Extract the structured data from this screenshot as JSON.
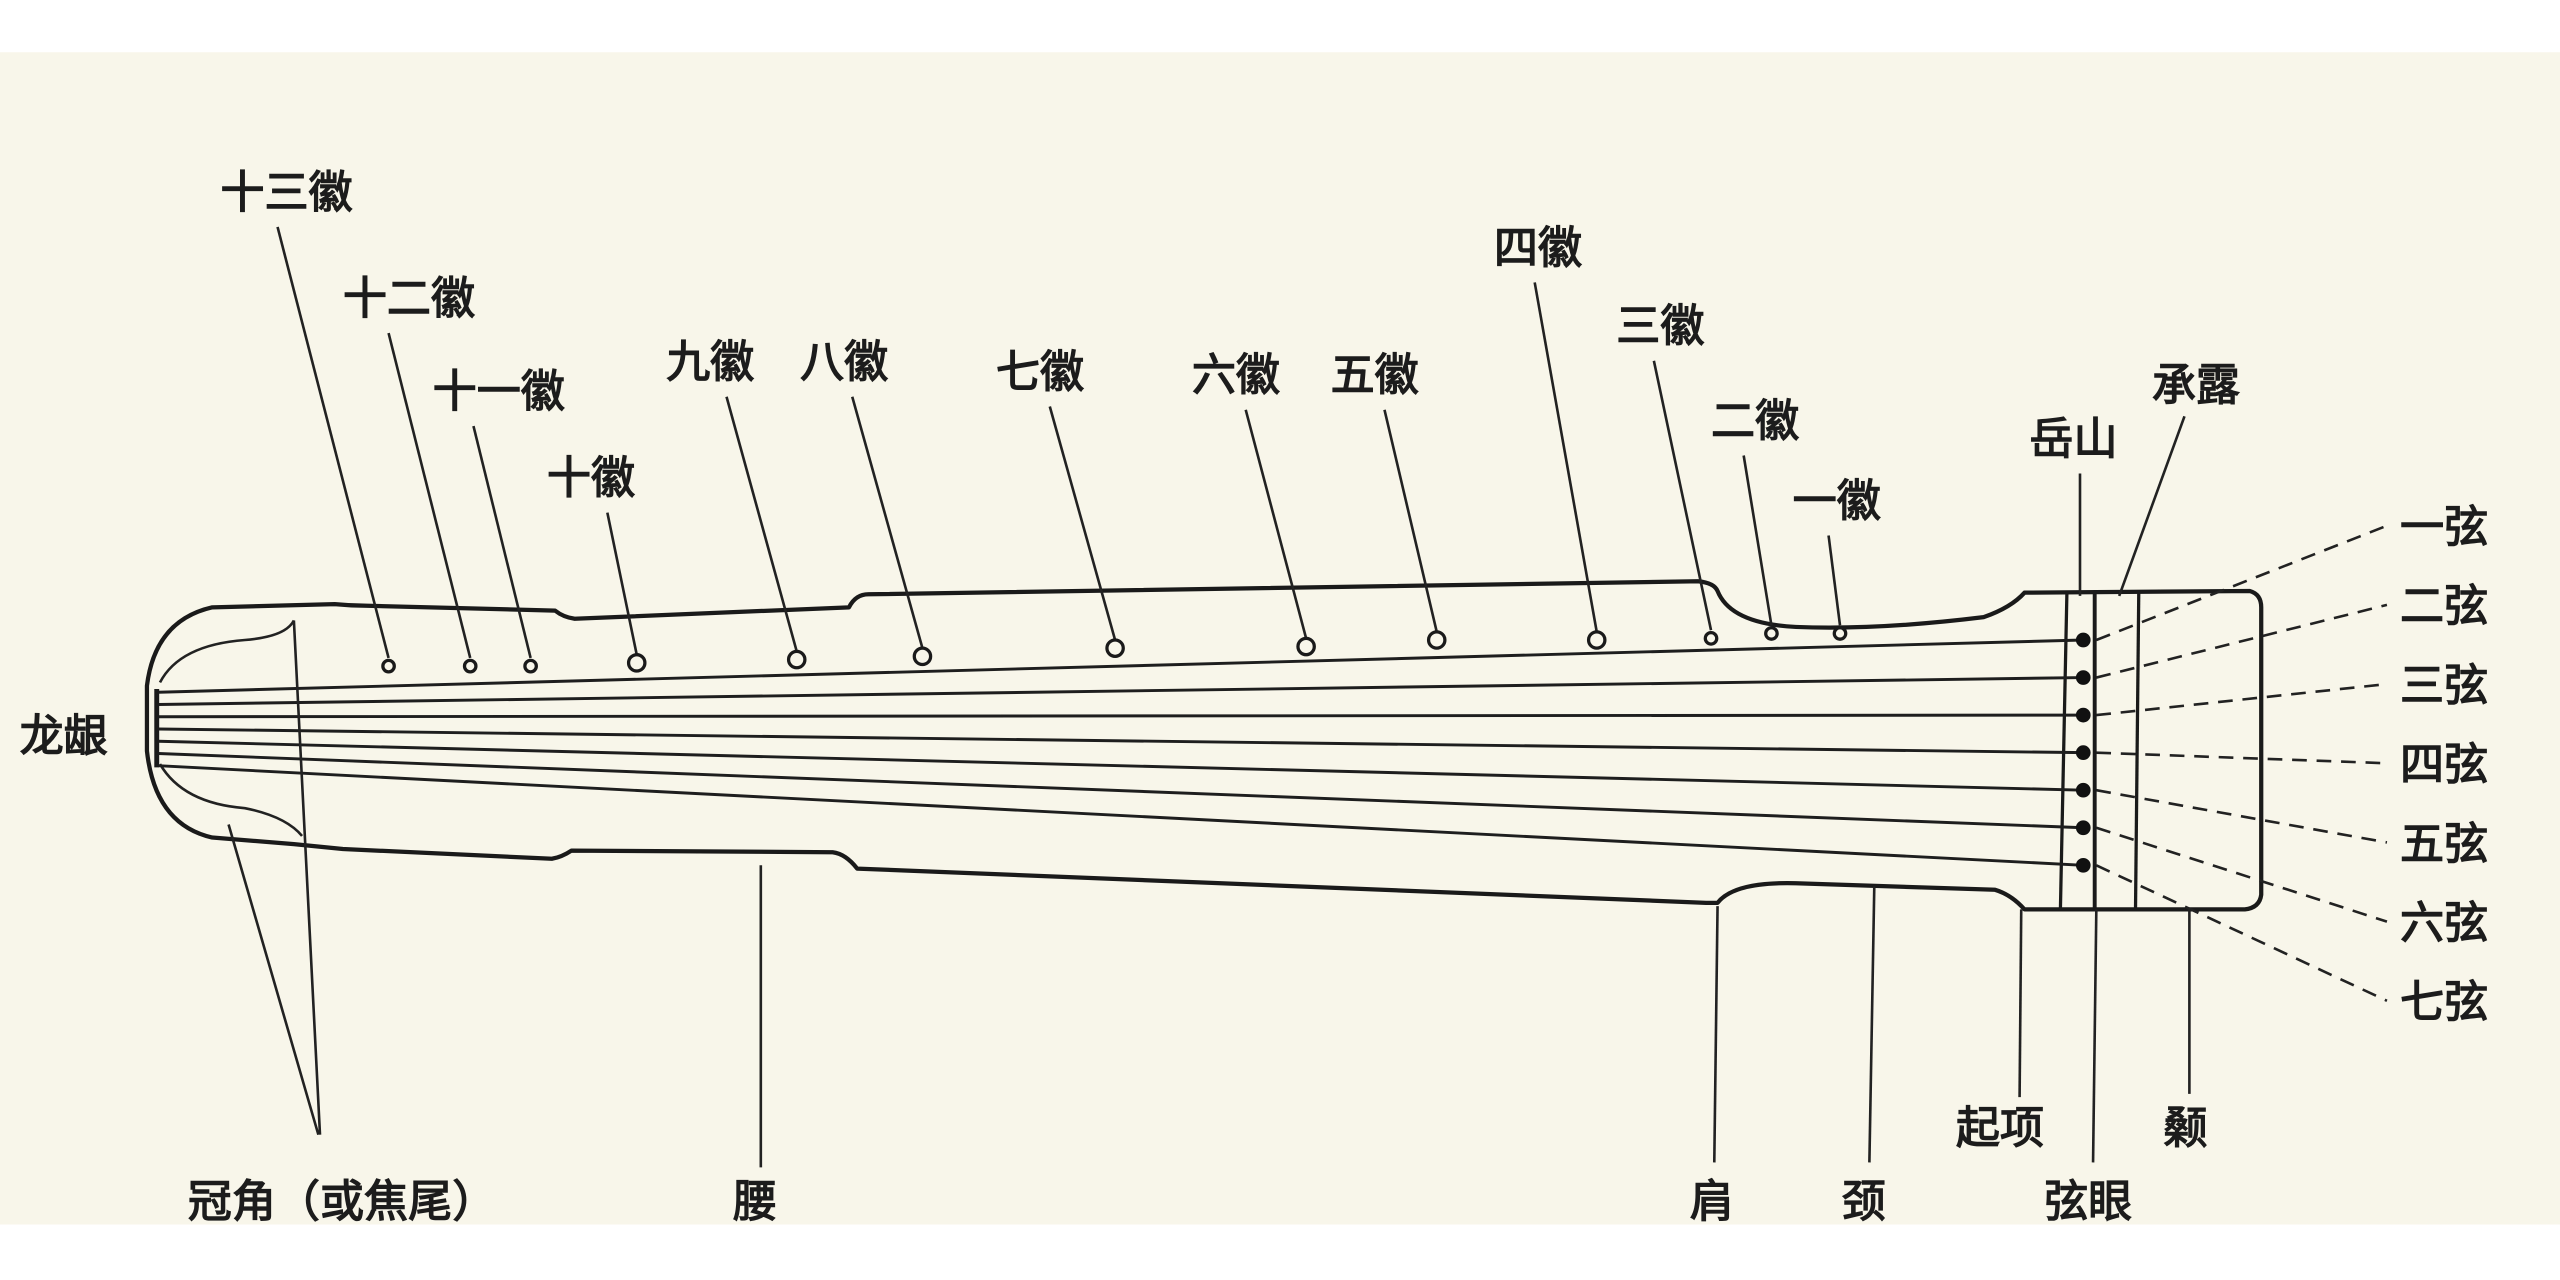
{
  "hui_labels": [
    "十三徽",
    "十二徽",
    "十一徽",
    "十徽",
    "九徽",
    "八徽",
    "七徽",
    "六徽",
    "五徽",
    "四徽",
    "三徽",
    "二徽",
    "一徽"
  ],
  "string_labels": [
    "一弦",
    "二弦",
    "三弦",
    "四弦",
    "五弦",
    "六弦",
    "七弦"
  ],
  "parts": {
    "yueshan": "岳山",
    "chenglu": "承露",
    "longyin": "龙龈",
    "guanjiao": "冠角（或焦尾）",
    "yao": "腰",
    "jian": "肩",
    "jing": "颈",
    "qixiang": "起项",
    "xianyan": "弦眼",
    "sang": "颡"
  },
  "colors": {
    "paper": "#f8f6ea",
    "ink": "#1a1a1a"
  }
}
